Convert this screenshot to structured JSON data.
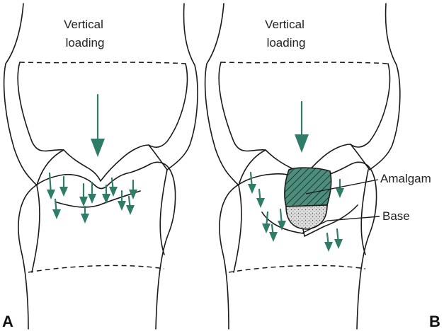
{
  "panel_a": {
    "letter": "A",
    "load_line1": "Vertical",
    "load_line2": "loading"
  },
  "panel_b": {
    "letter": "B",
    "load_line1": "Vertical",
    "load_line2": "loading",
    "amalgam_label": "Amalgam",
    "base_label": "Base"
  },
  "colors": {
    "arrow": "#2f7d68",
    "amalgam_fill": "#4e8c7c",
    "base_fill": "#d9d9d9",
    "outline": "#1a1a1a"
  }
}
